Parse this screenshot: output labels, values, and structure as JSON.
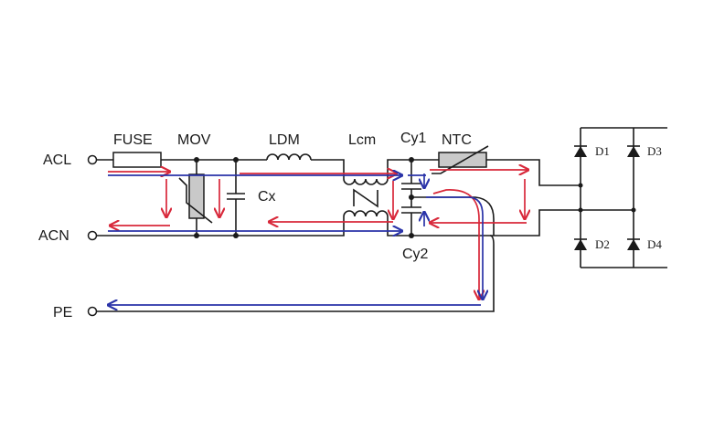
{
  "labels": {
    "acl": "ACL",
    "acn": "ACN",
    "pe": "PE",
    "fuse": "FUSE",
    "mov": "MOV",
    "ldm": "LDM",
    "lcm": "Lcm",
    "cy1": "Cy1",
    "ntc": "NTC",
    "cx": "Cx",
    "cy2": "Cy2",
    "d1": "D1",
    "d2": "D2",
    "d3": "D3",
    "d4": "D4"
  },
  "colors": {
    "wire": "#1a1a1a",
    "differential_mode_path": "#d8283a",
    "common_mode_path": "#2a33a8",
    "component_fill": "#c9c9c9"
  }
}
